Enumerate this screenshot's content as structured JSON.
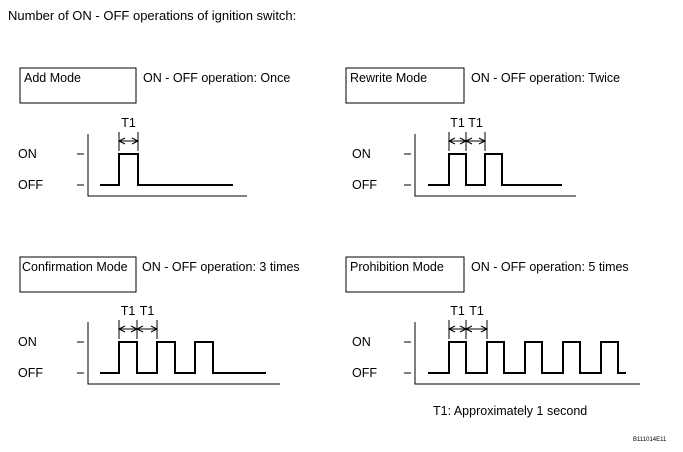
{
  "heading": "Number of ON - OFF operations of ignition switch:",
  "on_label": "ON",
  "off_label": "OFF",
  "t1_label": "T1",
  "modes": [
    {
      "name": "Add Mode",
      "operation": "ON - OFF operation: Once",
      "pulses": 1
    },
    {
      "name": "Rewrite Mode",
      "operation": "ON - OFF operation: Twice",
      "pulses": 2
    },
    {
      "name": "Confirmation Mode",
      "operation": "ON - OFF operation: 3 times",
      "pulses": 3
    },
    {
      "name": "Prohibition Mode",
      "operation": "ON - OFF operation: 5 times",
      "pulses": 5
    }
  ],
  "note": "T1: Approximately 1 second",
  "figure_id": "B111014E11"
}
